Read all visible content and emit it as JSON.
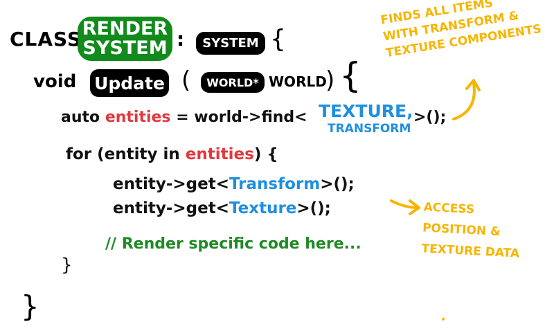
{
  "line1": {
    "class_kw": "CLASS",
    "class_name_1": "RENDER",
    "class_name_2": "SYSTEM",
    "colon": ":",
    "base": "SYSTEM",
    "brace": "{"
  },
  "line2": {
    "void_kw": "void",
    "method": "Update",
    "paren_open": "(",
    "param_type": "WORLD*",
    "param_name": "WORLD",
    "paren_close": ")",
    "brace": "{"
  },
  "line3": {
    "auto": "auto",
    "var": "entities",
    "rest": "= world->find<",
    "type1": "TEXTURE,",
    "type2": "TRANSFORM",
    "end": ">();"
  },
  "line4": {
    "pre": "for (entity in",
    "var": "entities",
    "post": ") {"
  },
  "line5": {
    "pre": "entity->get<",
    "type": "Transform",
    "post": ">();"
  },
  "line6": {
    "pre": "entity->get<",
    "type": "Texture",
    "post": ">();"
  },
  "comment": "// Render specific code here...",
  "close_inner": "}",
  "close_outer": "}",
  "annotations": {
    "top": [
      "FINDS ALL ITEMS",
      "WITH TRANSFORM &",
      "TEXTURE COMPONENTS"
    ],
    "right": [
      "ACCESS",
      "POSITION &",
      "TEXTURE DATA"
    ]
  },
  "colors": {
    "green": "#128a1c",
    "red": "#e0393e",
    "blue": "#1f8fe0",
    "orange": "#f7b500"
  }
}
